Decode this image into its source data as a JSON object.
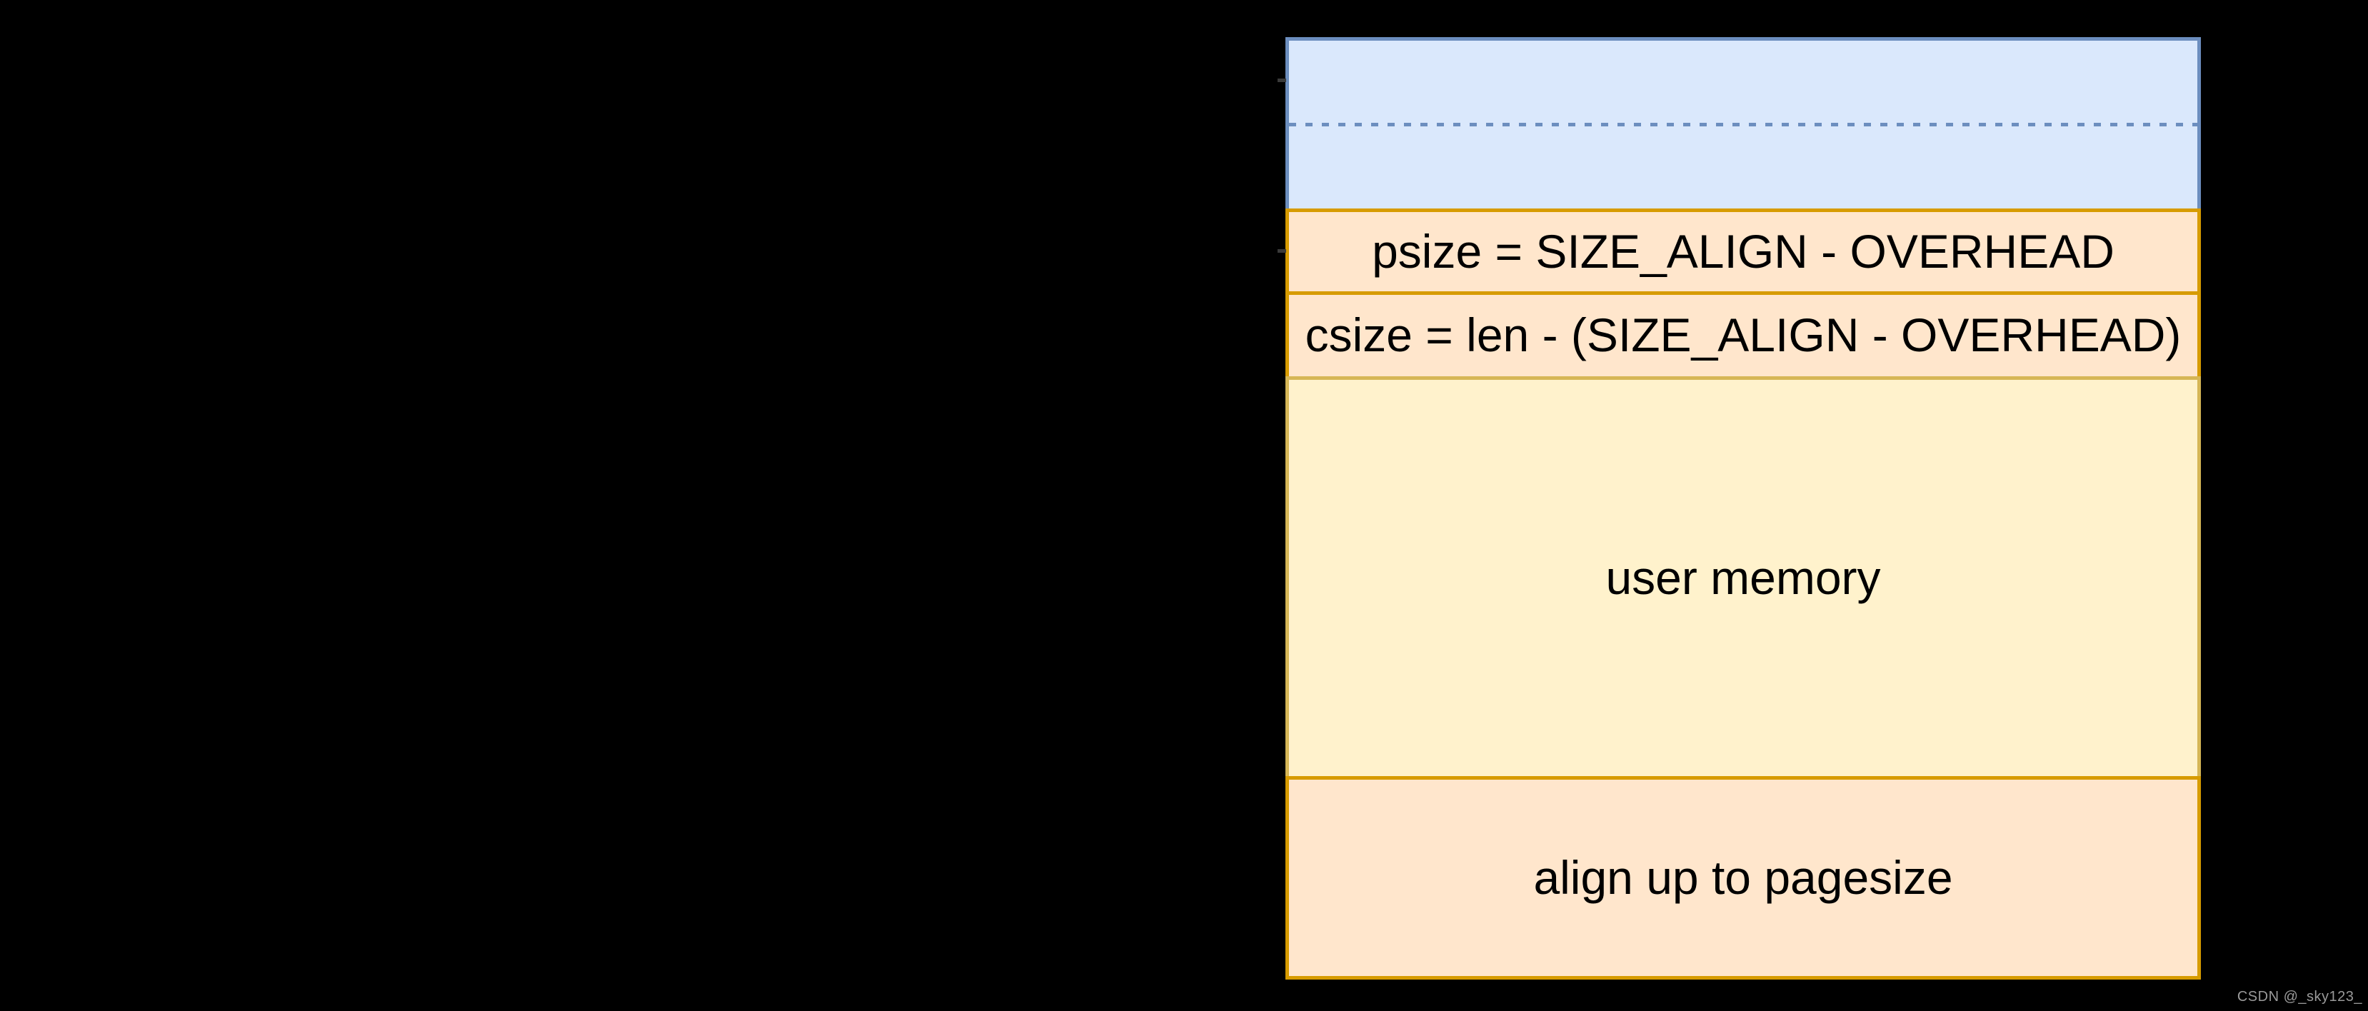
{
  "diagram": {
    "title_semantic": "malloc mmap chunk layout",
    "boxes": {
      "mapped_region": {
        "label": ""
      },
      "psize": {
        "label": "psize = SIZE_ALIGN - OVERHEAD"
      },
      "csize": {
        "label": "csize = len - (SIZE_ALIGN - OVERHEAD)"
      },
      "user_memory": {
        "label": "user memory"
      },
      "align": {
        "label": "align up to pagesize"
      }
    },
    "watermark": "CSDN @_sky123_"
  },
  "colors": {
    "background": "#000000",
    "blue_fill": "#dae8fc",
    "blue_stroke": "#6c8ebf",
    "orange_fill": "#ffe6cc",
    "orange_stroke": "#d79b00",
    "yellow_fill": "#fff2cc",
    "yellow_stroke": "#d6b656"
  }
}
